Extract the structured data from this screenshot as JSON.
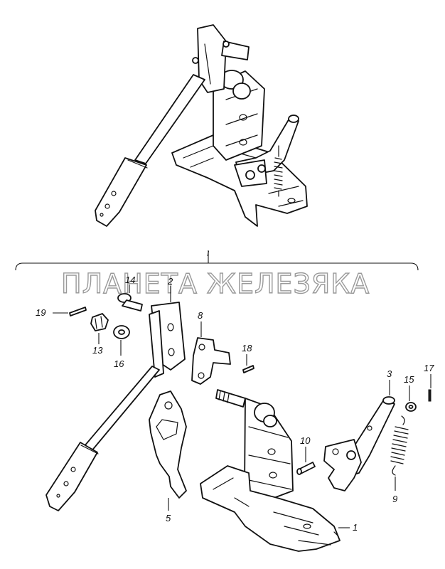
{
  "watermark": "ПЛАНЕТА ЖЕЛЕЗЯКА",
  "callouts": {
    "c1": "1",
    "c2": "2",
    "c3": "3",
    "c5": "5",
    "c8": "8",
    "c9": "9",
    "c10": "10",
    "c13": "13",
    "c14": "14",
    "c15": "15",
    "c16": "16",
    "c17": "17",
    "c18": "18",
    "c19": "19"
  },
  "colors": {
    "ink": "#111111",
    "watermark": "#9a9a9a",
    "background": "#ffffff"
  }
}
